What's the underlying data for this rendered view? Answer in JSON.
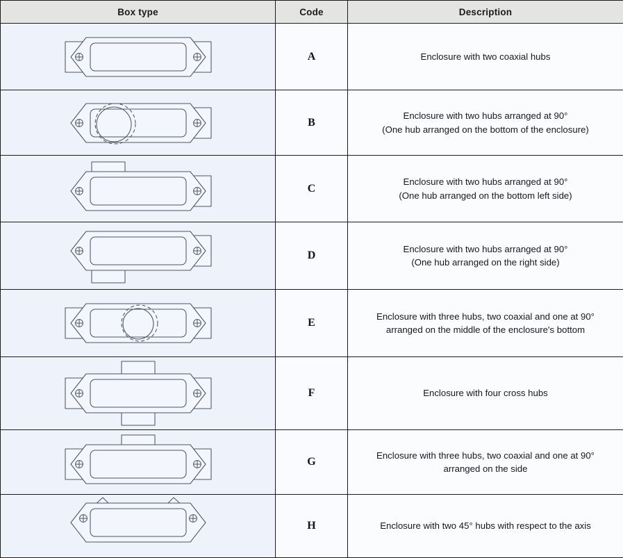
{
  "table": {
    "headers": [
      "Box type",
      "Code",
      "Description"
    ],
    "colors": {
      "header_bg": "#e4e4e2",
      "boxcell_bg": "#eef2fb",
      "desc_bg": "#fbfcfe",
      "border": "#1b1b1b",
      "line": "#4c5566"
    },
    "rows": [
      {
        "code": "A",
        "figure": "enclosure-two-coaxial-hubs",
        "description_lines": [
          "Enclosure with two coaxial hubs"
        ]
      },
      {
        "code": "B",
        "figure": "enclosure-two-hubs-90-bottom",
        "description_lines": [
          "Enclosure with two hubs arranged at 90°",
          "(One hub arranged on the bottom of the enclosure)"
        ]
      },
      {
        "code": "C",
        "figure": "enclosure-two-hubs-90-bottom-left",
        "description_lines": [
          "Enclosure with two hubs arranged at 90°",
          "(One hub arranged on the bottom left side)"
        ]
      },
      {
        "code": "D",
        "figure": "enclosure-two-hubs-90-right",
        "description_lines": [
          "Enclosure with two hubs arranged at 90°",
          "(One hub arranged on the right side)"
        ]
      },
      {
        "code": "E",
        "figure": "enclosure-three-hubs-middle-bottom",
        "description_lines": [
          "Enclosure with three hubs, two coaxial and one at 90°",
          "arranged on the middle of the enclosure's bottom"
        ]
      },
      {
        "code": "F",
        "figure": "enclosure-four-cross-hubs",
        "description_lines": [
          "Enclosure with four cross hubs"
        ]
      },
      {
        "code": "G",
        "figure": "enclosure-three-hubs-side",
        "description_lines": [
          "Enclosure with three hubs, two coaxial and one at 90°",
          "arranged on the side"
        ]
      },
      {
        "code": "H",
        "figure": "enclosure-two-45-hubs",
        "description_lines": [
          "Enclosure with two 45° hubs with respect to the axis"
        ]
      }
    ]
  }
}
